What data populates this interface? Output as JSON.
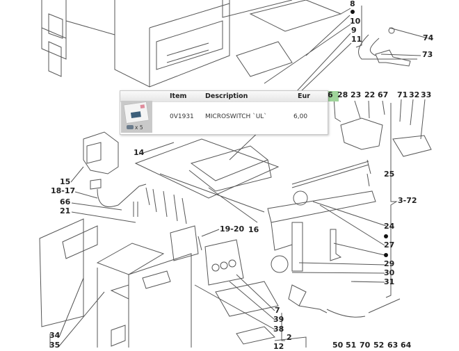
{
  "popup": {
    "headers": {
      "item": "Item",
      "description": "Description",
      "price": "Eur"
    },
    "row": {
      "item": "0V1931",
      "description": "MICROSWITCH `UL`",
      "price": "6,00",
      "quantity": "x 5"
    },
    "thumbnail_icon": "product-package-image"
  },
  "labels": {
    "l8": "8",
    "l10": "10",
    "l9": "9",
    "l11": "11",
    "l74": "74",
    "l73": "73",
    "l6": "6",
    "l28": "28",
    "l23": "23",
    "l22": "22",
    "l67": "67",
    "l71": "71",
    "l32": "32",
    "l33": "33",
    "l25": "25",
    "l372": "3-72",
    "l24": "24",
    "l27": "27",
    "l29": "29",
    "l30": "30",
    "l31": "31",
    "l50": "50",
    "l51": "51",
    "l70": "70",
    "l52": "52",
    "l63": "63",
    "l64": "64",
    "l14": "14",
    "l15": "15",
    "l1817": "18-17",
    "l66": "66",
    "l21": "21",
    "l1920": "19-20",
    "l16": "16",
    "l34": "34",
    "l35": "35",
    "l7": "7",
    "l39": "39",
    "l38": "38",
    "l2": "2",
    "l12": "12"
  },
  "colors": {
    "highlight": "#9fd49a",
    "line": "#555555"
  }
}
